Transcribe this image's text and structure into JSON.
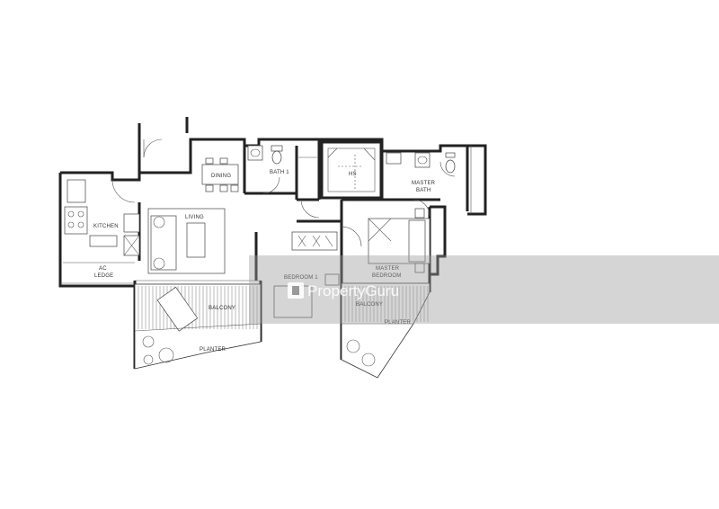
{
  "rooms": {
    "dining": "DINING",
    "bath1": "BATH 1",
    "hs": "HS",
    "master_bath_line1": "MASTER",
    "master_bath_line2": "BATH",
    "kitchen": "KITCHEN",
    "living": "LIVING",
    "ac_ledge_line1": "AC",
    "ac_ledge_line2": "LEDGE",
    "bedroom1": "BEDROOM 1",
    "master_bedroom_line1": "MASTER",
    "master_bedroom_line2": "BEDROOM",
    "balcony_left": "BALCONY",
    "balcony_right": "BALCONY",
    "planter_left": "PLANTER",
    "planter_right": "PLANTER"
  },
  "watermark": {
    "brand": "PropertyGuru",
    "band_color": "#9a9a9a"
  }
}
